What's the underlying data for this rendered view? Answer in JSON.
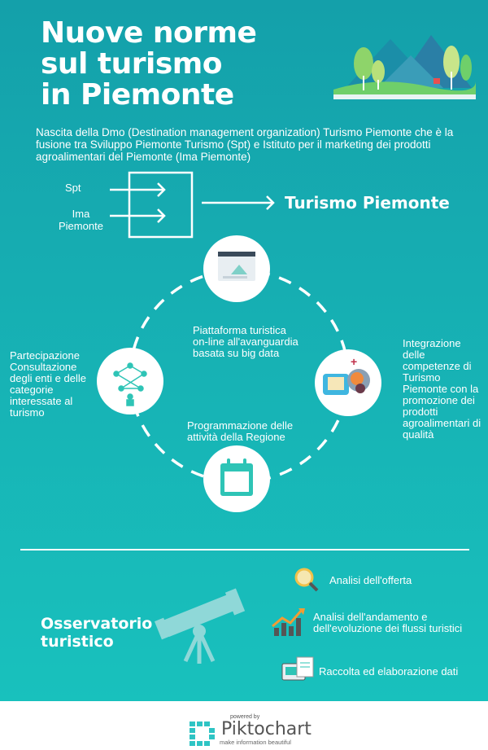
{
  "title": {
    "line1": "Nuove norme",
    "line2": "sul turismo",
    "line3": "in Piemonte"
  },
  "intro": "Nascita della Dmo (Destination management organization) Turismo Piemonte che è la fusione tra Sviluppo Piemonte Turismo (Spt)  e Istituto per il marketing dei prodotti agroalimentari del Piemonte (Ima Piemonte)",
  "merge": {
    "input1": "Spt",
    "input2_line1": "Ima",
    "input2_line2": "Piemonte",
    "result": "Turismo Piemonte"
  },
  "cycle": {
    "top": "Piattaforma turistica on-line all'avanguardia basata su big data",
    "left": "Partecipazione Consultazione degli enti e delle categorie interessate al turismo",
    "right": "Integrazione delle competenze di Turismo Piemonte con la promozione dei prodotti agroalimentari di qualità",
    "bottom": "Programmazione delle attività della Regione"
  },
  "observatory": {
    "title": "Osservatorio turistico",
    "items": [
      "Analisi dell'offerta",
      "Analisi dell'andamento e dell'evoluzione dei flussi turistici",
      "Raccolta ed elaborazione dati"
    ]
  },
  "footer": {
    "powered": "powered by",
    "brand": "Piktochart",
    "tagline": "make information beautiful"
  },
  "colors": {
    "bg_top": "#14a0aa",
    "bg_bottom": "#18c1bd",
    "accent": "#2ec4b6"
  }
}
